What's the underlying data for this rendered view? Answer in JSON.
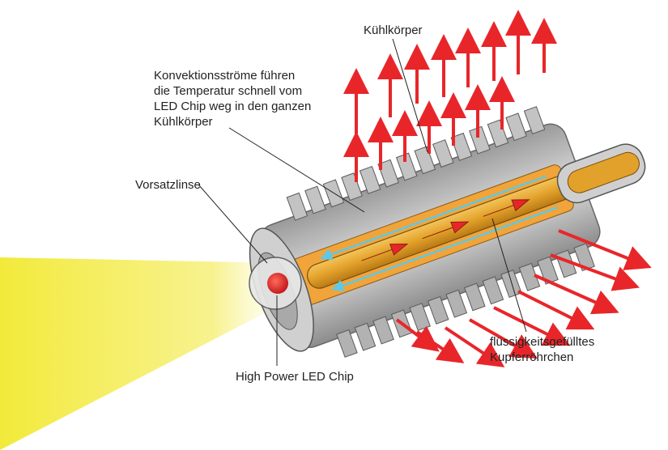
{
  "labels": {
    "heatsink": "Kühlkörper",
    "convection": [
      "Konvektionsströme führen",
      "die Temperatur schnell vom",
      "LED Chip weg in den ganzen",
      "Kühlkörper"
    ],
    "lens": "Vorsatzlinse",
    "chip": "High Power LED Chip",
    "tube": [
      "flüssigkeitsgefülltes",
      "Kupferröhrchen"
    ]
  },
  "colors": {
    "light_beam": "#f2ea3a",
    "heat_arrow": "#e8262a",
    "convection_arrow_cold": "#5fc8e8",
    "copper_tube": "#e2a12a",
    "heatsink_fin": "#b9b9b9",
    "led_chip": "#d91f26"
  }
}
